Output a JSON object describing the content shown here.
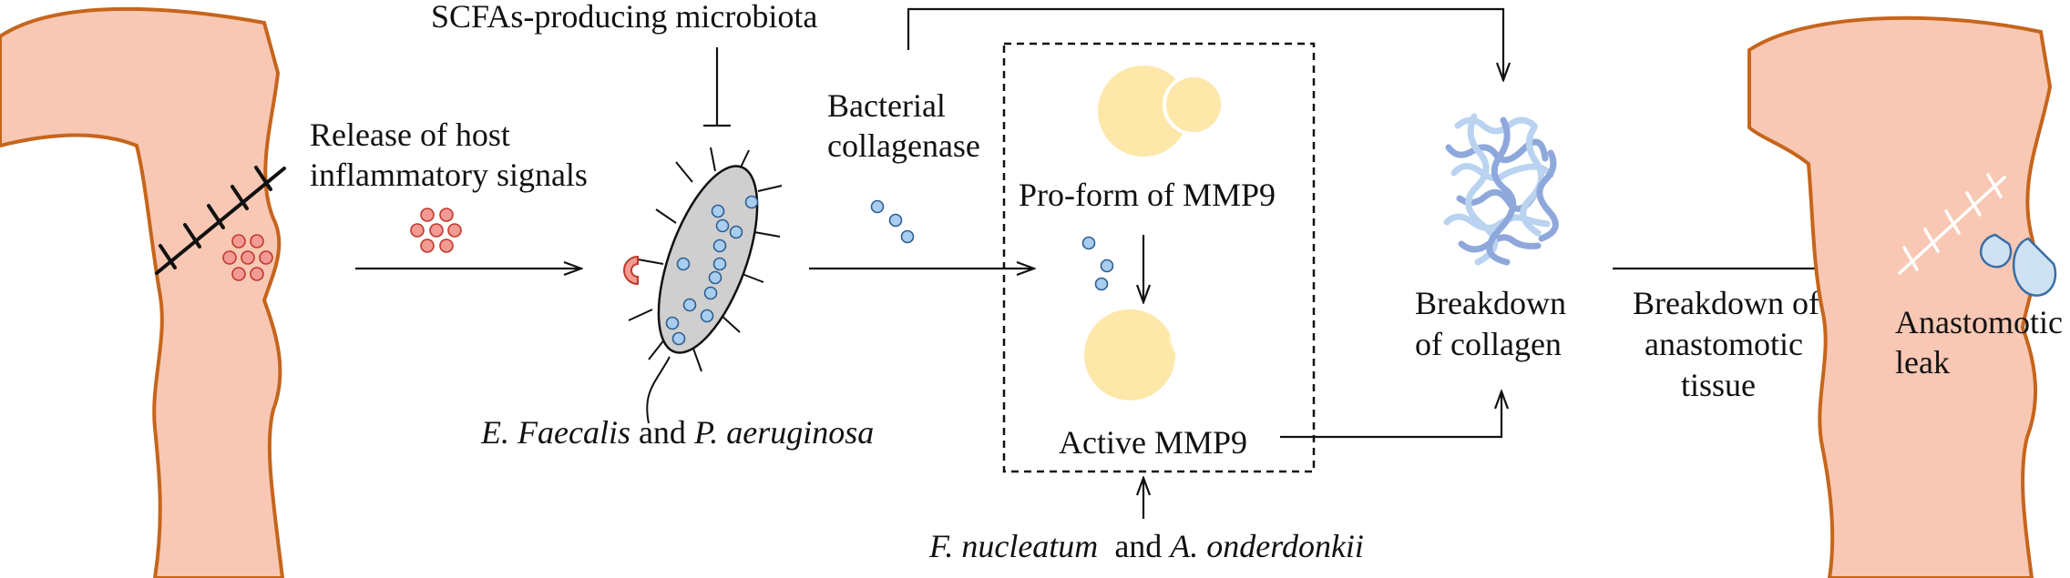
{
  "labels": {
    "release_line1": "Release of host",
    "release_line2": "inflammatory signals",
    "scfa": "SCFAs-producing microbiota",
    "bacteria_caption": {
      "species1": "E. Faecalis",
      "connector": " and ",
      "species2": "P. aeruginosa"
    },
    "collagenase_line1": "Bacterial",
    "collagenase_line2": "collagenase",
    "proform": "Pro-form of MMP9",
    "active": "Active MMP9",
    "fuso_caption": {
      "species1": "F. nucleatum",
      "connector": "  and ",
      "species2": "A. onderdonkii"
    },
    "breakdown_collagen_line1": "Breakdown",
    "breakdown_collagen_line2": "of collagen",
    "breakdown_tissue_line1": "Breakdown of",
    "breakdown_tissue_line2": "anastomotic",
    "breakdown_tissue_line3": "tissue",
    "leak_line1": "Anastomotic",
    "leak_line2": "leak"
  },
  "colors": {
    "tissue_fill": "#f8c8b4",
    "tissue_outline": "#c6651c",
    "inflammatory_signal": "#f39a94",
    "bacterial_dot": "#a8cdf0",
    "mmp9": "#fde7a9",
    "bacterium_body": "#cfcfcf",
    "collagen_light": "#b9d3f0",
    "collagen_dark": "#8fa8dc"
  },
  "icons": [
    "intestine-with-suture",
    "inflammatory-signal-dots",
    "rod-bacterium",
    "collagenase-dots",
    "mmp9-proform",
    "mmp9-active",
    "collagen-fibers",
    "intestine-with-leak",
    "leak-droplets"
  ]
}
